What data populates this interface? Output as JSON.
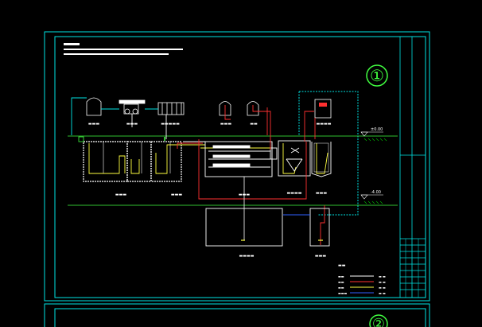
{
  "sheet": {
    "number": "①",
    "next_number": "②"
  },
  "header_lines": {
    "title_bar": "▬▬▬▬",
    "line1": "▬▬▬▬▬▬▬▬▬▬▬▬▬▬▬▬▬▬▬▬▬▬▬▬▬▬▬▬▬▬▬▬▬▬▬",
    "line2": "▬▬▬▬▬▬▬▬▬▬▬▬▬▬▬▬▬▬▬▬▬▬▬▬▬▬▬▬▬▬▬▬"
  },
  "elevations": {
    "top": "±0.00",
    "bottom": "-4.00"
  },
  "labels": {
    "tank1": "▬▬▬",
    "fan": "▬▬▬",
    "unit": "▬▬▬▬▬",
    "dosing1": "▬▬▬",
    "dosing2": "▬▬",
    "cabinet": "▬▬▬▬",
    "basin1": "▬▬▬",
    "basin2": "▬▬▬",
    "basin3": "▬▬▬",
    "basin4": "▬▬▬▬",
    "basin5": "▬▬▬",
    "bottom1": "▬▬▬▬",
    "bottom2": "▬▬▬"
  },
  "legend": {
    "title": "▬▬",
    "items": [
      {
        "name": "▬▬",
        "code": "▬ ▬",
        "color": "#ffffff"
      },
      {
        "name": "▬▬",
        "code": "▬ ▬",
        "color": "#ff3030"
      },
      {
        "name": "▬▬",
        "code": "▬ ▬",
        "color": "#ffff40"
      },
      {
        "name": "▬▬▬",
        "code": "▬ ▬",
        "color": "#3060ff"
      }
    ]
  },
  "colors": {
    "frame": "#00e5e5",
    "water": "#ffff40",
    "sludge": "#ff3030",
    "air": "#ffffff",
    "green": "#40ff40",
    "blue": "#3060ff",
    "ground": "#00c000"
  }
}
